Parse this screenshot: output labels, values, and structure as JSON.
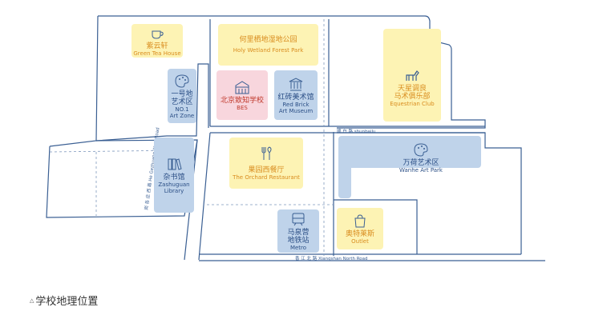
{
  "locations": {
    "green_tea": {
      "zh": "紫云轩",
      "en": "Green Tea House",
      "icon": "teacup-icon"
    },
    "wetland": {
      "zh": "何里栖地湿地公园",
      "en": "Holy Wetland Forest Park"
    },
    "art_zone": {
      "zh1": "一号地",
      "zh2": "艺术区",
      "en1": "NO.1",
      "en2": "Art Zone",
      "icon": "palette-icon"
    },
    "bes": {
      "zh": "北京致知学校",
      "en": "BES",
      "icon": "school-building-icon"
    },
    "red_brick": {
      "zh": "红砖美术馆",
      "en1": "Red Brick",
      "en2": "Art Museum",
      "icon": "museum-icon"
    },
    "equestrian": {
      "zh1": "天星调良",
      "zh2": "马术俱乐部",
      "en": "Equestrian Club",
      "icon": "horse-icon"
    },
    "wanhe": {
      "zh": "万荷艺术区",
      "en": "Wanhe Art Park",
      "icon": "palette-icon"
    },
    "library": {
      "zh": "杂书馆",
      "en1": "Zashuguan",
      "en2": "Library",
      "icon": "books-icon"
    },
    "orchard": {
      "zh": "果园西餐厅",
      "en": "The Orchard Restaurant",
      "icon": "fork-spoon-icon"
    },
    "metro": {
      "zh1": "马泉营",
      "zh2": "地铁站",
      "en": "Metro",
      "icon": "train-icon"
    },
    "outlet": {
      "zh": "奥特莱斯",
      "en": "Outlet",
      "icon": "shopping-bag-icon"
    }
  },
  "roads": {
    "shunbai": "顺 白 路  shunbailu",
    "xiangjiang": "香 江 北 路   Xiangshan North Road",
    "west": "岗 各 庄 西 路  He Gezhuang West Road"
  },
  "caption": "学校地理位置",
  "colors": {
    "road": "#3a5f93",
    "yellow": "#fdf3b4",
    "blue": "#bfd3ea",
    "pink": "#f8d6dd"
  }
}
